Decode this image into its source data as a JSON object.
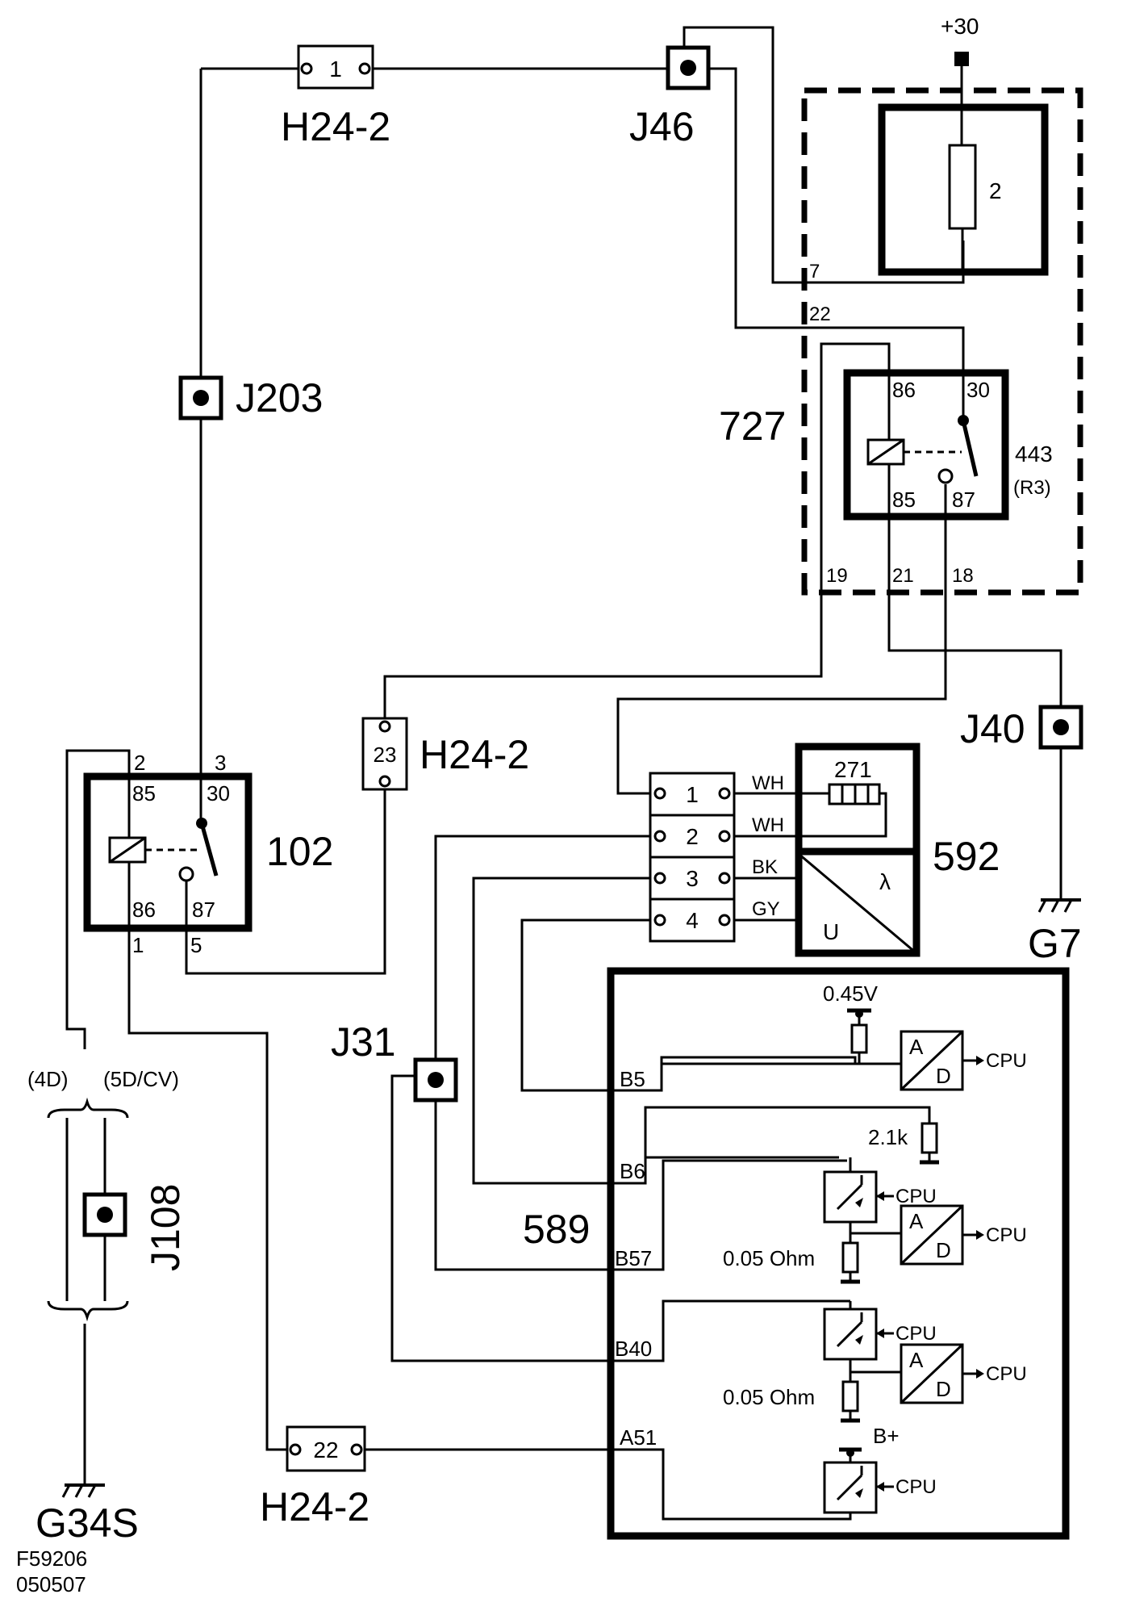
{
  "labels": {
    "supply": "+30",
    "fuse_no": "2",
    "pin7": "7",
    "pin22": "22",
    "pin19": "19",
    "pin21": "21",
    "pin18": "18",
    "h24_top": "H24-2",
    "h24_top_pin": "1",
    "j46": "J46",
    "j203": "J203",
    "module_727": "727",
    "r3_pin86": "86",
    "r3_pin30": "30",
    "r3_pin85": "85",
    "r3_pin87": "87",
    "relay_443": "443",
    "relay_443_sub": "(R3)",
    "h24_mid": "H24-2",
    "h24_mid_pin": "23",
    "j40": "J40",
    "g7": "G7",
    "relay_102": "102",
    "r102_pin2": "2",
    "r102_pin3": "3",
    "r102_pin85": "85",
    "r102_pin30": "30",
    "r102_pin86": "86",
    "r102_pin87": "87",
    "r102_pin1": "1",
    "r102_pin5": "5",
    "sensor_271": "271",
    "sensor_592": "592",
    "conn_pin1": "1",
    "conn_pin2": "2",
    "conn_pin3": "3",
    "conn_pin4": "4",
    "wire_wh1": "WH",
    "wire_wh2": "WH",
    "wire_bk": "BK",
    "wire_gy": "GY",
    "u_label": "U",
    "lambda_label": "λ",
    "j31": "J31",
    "v045": "0.45V",
    "r21k": "2.1k",
    "b5": "B5",
    "b6": "B6",
    "b57": "B57",
    "b40": "B40",
    "a51": "A51",
    "ecu_589": "589",
    "ohm1": "0.05 Ohm",
    "ohm2": "0.05 Ohm",
    "bplus": "B+",
    "cpu1": "CPU",
    "cpu2": "CPU",
    "cpu3": "CPU",
    "cpu4": "CPU",
    "cpu5": "CPU",
    "cpu6": "CPU",
    "a_1": "A",
    "d_1": "D",
    "a_2": "A",
    "d_2": "D",
    "a_3": "A",
    "d_3": "D",
    "variant_4d": "(4D)",
    "variant_5d": "(5D/CV)",
    "j108": "J108",
    "h24_bot": "H24-2",
    "h24_bot_pin": "22",
    "g34s": "G34S",
    "ref_code": "F59206",
    "ref_date": "050507"
  }
}
